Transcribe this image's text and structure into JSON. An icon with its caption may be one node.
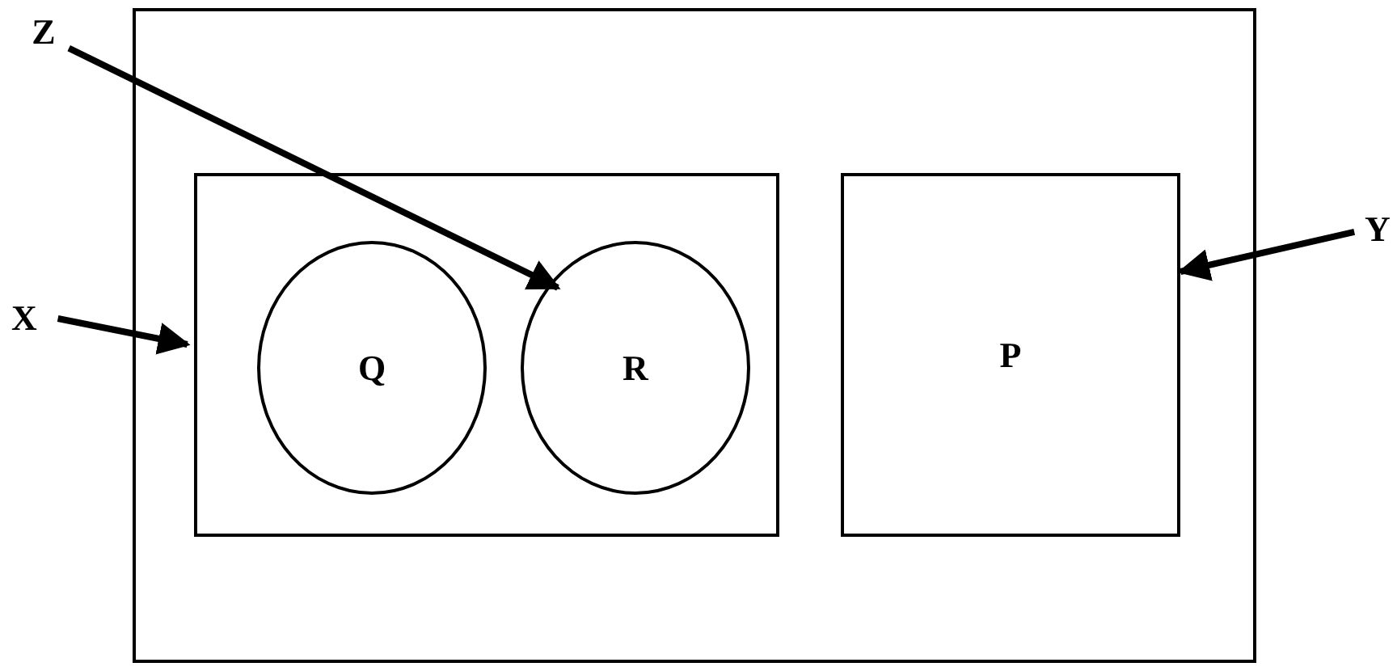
{
  "diagram": {
    "nodes": [
      {
        "text": [],
        "shape": "box"
      },
      {
        "text": [],
        "shape": "box",
        "in": 0
      },
      {
        "text": [
          "Q"
        ],
        "in": 1
      },
      {
        "text": [
          "R"
        ],
        "in": 1
      },
      {
        "text": [
          "P"
        ],
        "in": 0
      },
      {
        "text": [
          "Z"
        ]
      },
      {
        "text": [
          "Y"
        ]
      },
      {
        "text": [
          "X"
        ]
      }
    ],
    "edges": [
      {
        "from": 5,
        "to": 3,
        "arrow": "to"
      },
      {
        "from": 6,
        "to": 4,
        "arrow": "to"
      },
      {
        "from": 7,
        "to": 1,
        "arrow": "to"
      }
    ]
  }
}
